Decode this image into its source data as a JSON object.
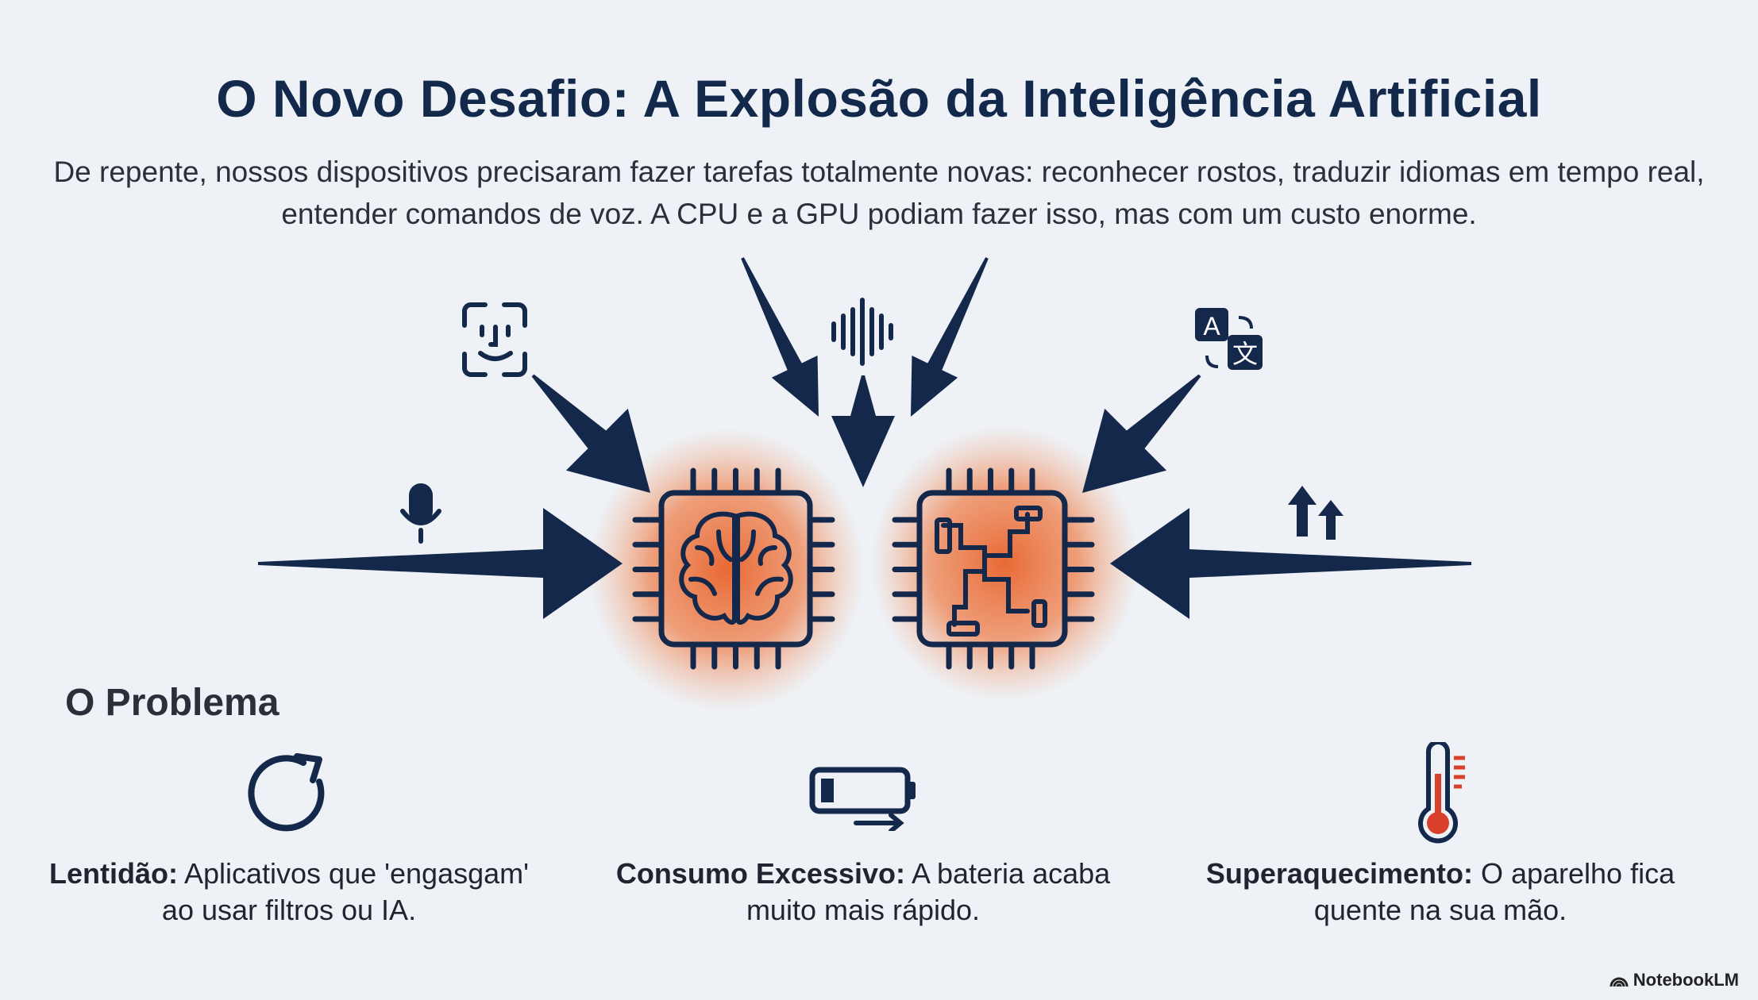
{
  "title": "O Novo Desafio: A Explosão da Inteligência Artificial",
  "subtitle": "De repente, nossos dispositivos precisaram fazer tarefas totalmente novas: reconhecer rostos, traduzir idiomas em tempo real, entender comandos de voz. A CPU e a GPU podiam fazer isso, mas com um custo enorme.",
  "problem_heading": "O Problema",
  "problems": [
    {
      "icon": "refresh-icon",
      "label": "Lentidão:",
      "text": " Aplicativos que 'engasgam' ao usar filtros ou IA."
    },
    {
      "icon": "battery-icon",
      "label": "Consumo Excessivo:",
      "text": " A bateria acaba muito mais rápido."
    },
    {
      "icon": "thermometer-icon",
      "label": "Superaquecimento:",
      "text": " O aparelho fica quente na sua mão."
    }
  ],
  "brand": "NotebookLM",
  "colors": {
    "navy": "#14284b",
    "orange": "#e8622a",
    "background": "#eef2f7",
    "thermo_red": "#d9402b"
  }
}
